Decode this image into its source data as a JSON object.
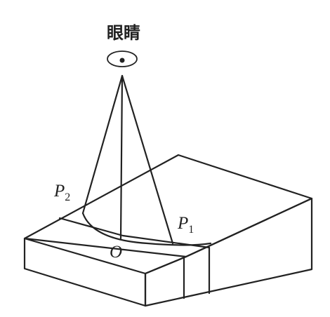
{
  "diagram": {
    "eye_label": "眼睛",
    "points": {
      "p2": {
        "letter": "P",
        "sub": "2"
      },
      "p1": {
        "letter": "P",
        "sub": "1"
      },
      "o": {
        "letter": "O"
      }
    }
  }
}
